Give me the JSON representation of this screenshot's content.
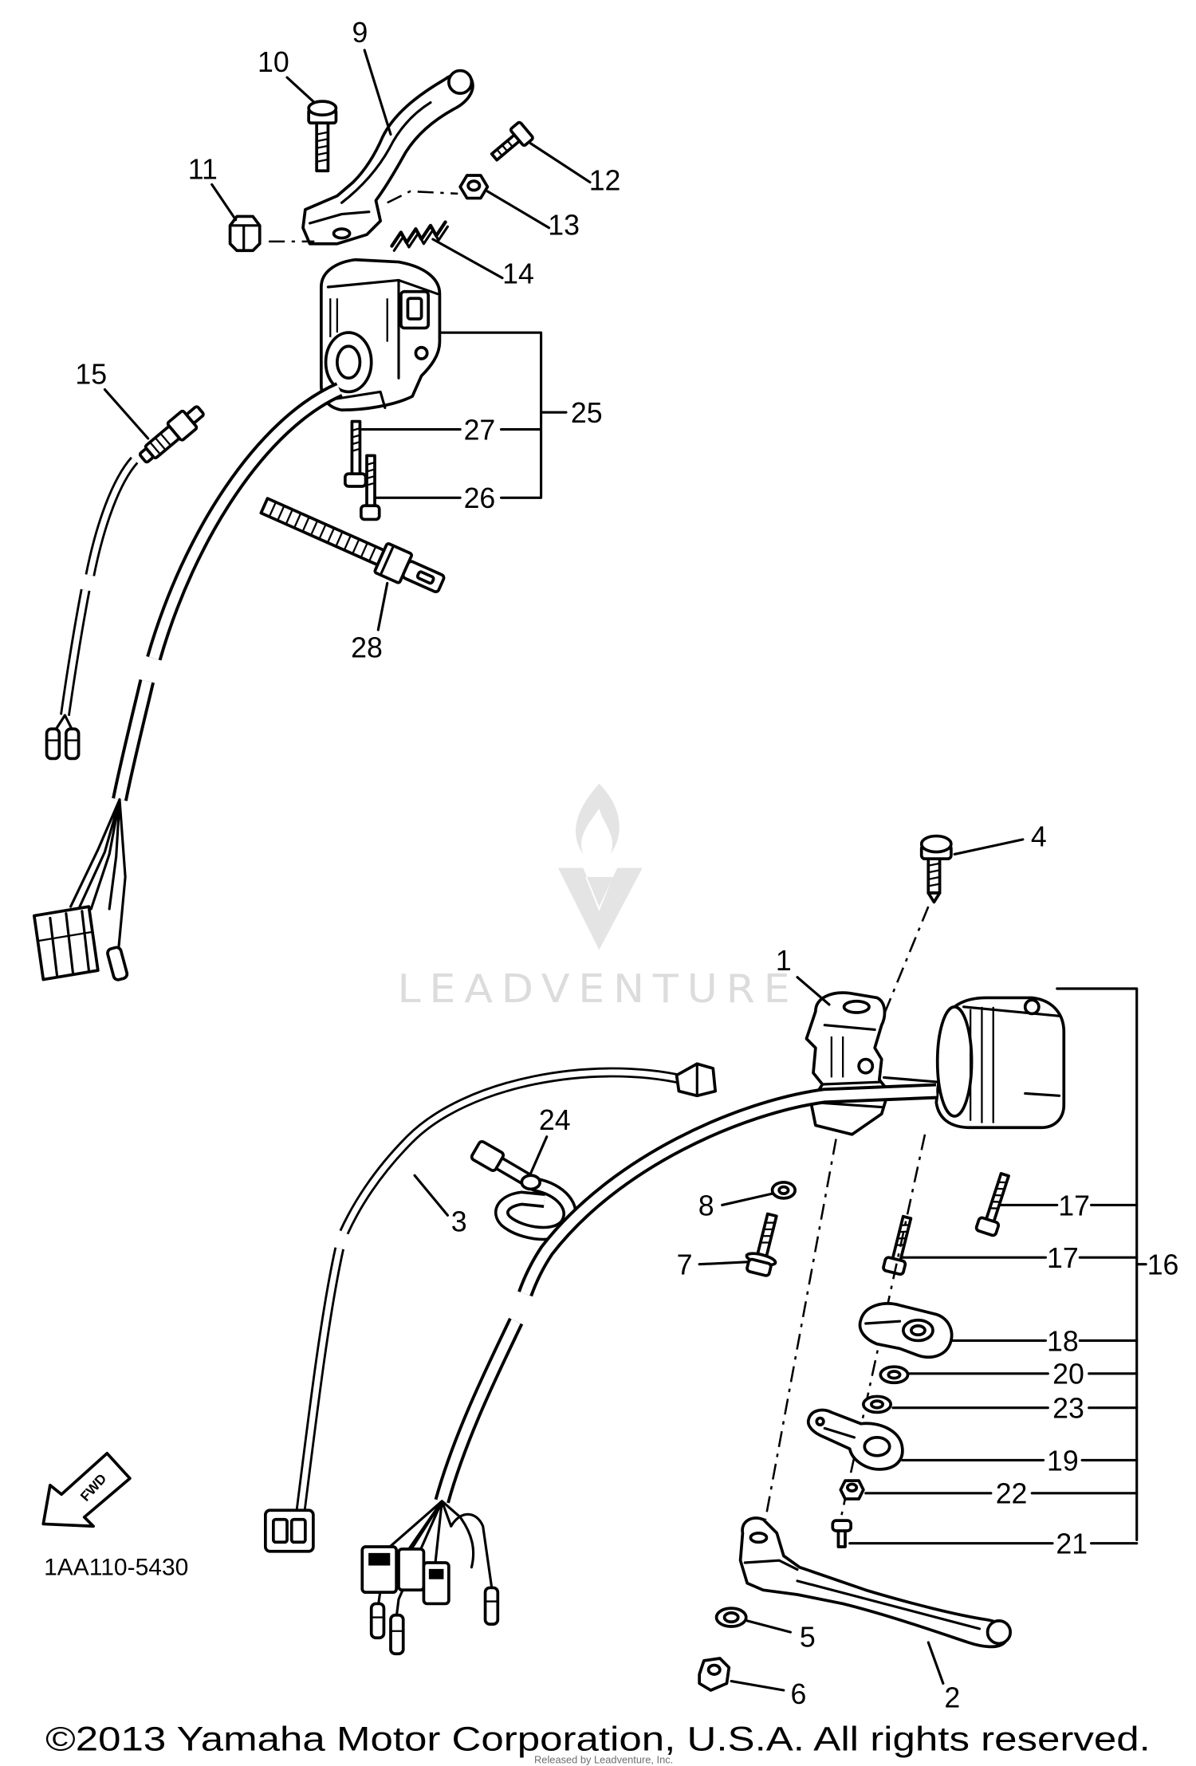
{
  "diagram": {
    "code": "1AA110-5430",
    "fwd_label": "FWD",
    "watermark": "LEADVENTURE",
    "copyright": "©2013 Yamaha Motor Corporation, U.S.A. All rights reserved.",
    "fine_print": "Released by Leadventure, Inc."
  },
  "callouts": [
    "9",
    "10",
    "11",
    "12",
    "13",
    "14",
    "15",
    "25",
    "27",
    "26",
    "28",
    "4",
    "1",
    "3",
    "24",
    "8",
    "7",
    "17",
    "17",
    "16",
    "18",
    "20",
    "23",
    "19",
    "22",
    "21",
    "5",
    "6",
    "2"
  ],
  "icons": {
    "watermark_logo": "leadventure-flame-v-logo",
    "direction_arrow": "fwd-arrow-icon"
  },
  "colors": {
    "line": "#000000",
    "background": "#ffffff",
    "watermark": "#dcdcdc"
  }
}
